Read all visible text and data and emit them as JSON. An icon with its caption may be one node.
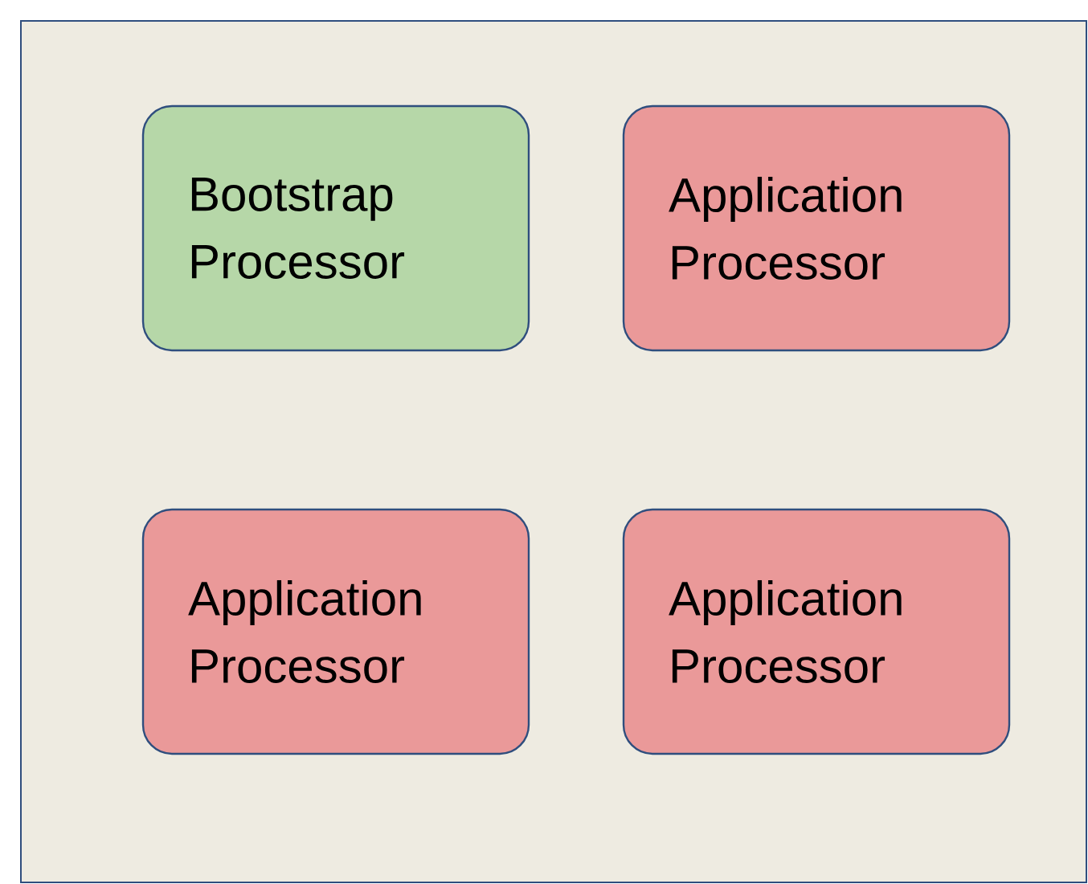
{
  "diagram": {
    "nodes": [
      {
        "text": [],
        "shape": "box"
      },
      {
        "text": [
          "Bootstrap Processor"
        ],
        "in": 0
      },
      {
        "text": [
          "Application Processor"
        ],
        "in": 0
      },
      {
        "text": [
          "Application Processor"
        ],
        "in": 0
      },
      {
        "text": [
          "Application Processor"
        ],
        "in": 0
      }
    ],
    "edges": []
  }
}
